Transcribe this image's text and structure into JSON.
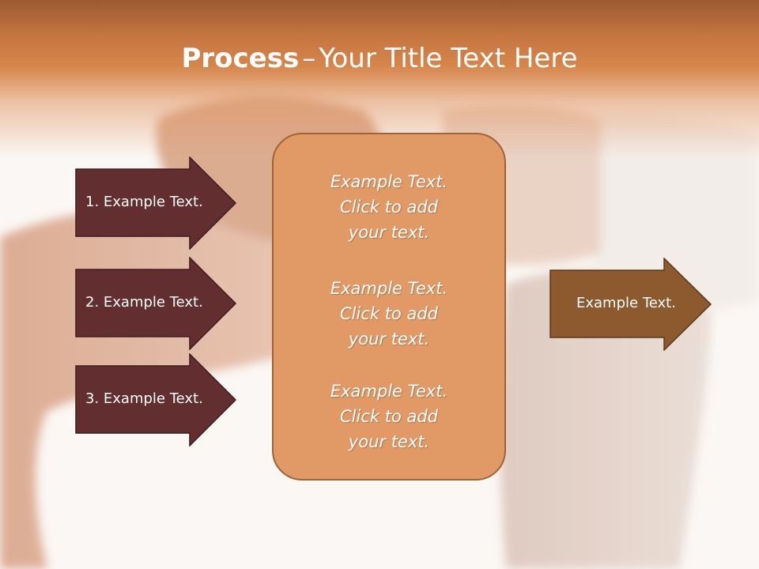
{
  "slide": {
    "title_bold": "Process",
    "title_dash": "–",
    "title_rest": "Your Title Text Here"
  },
  "left_arrows": [
    {
      "label": "1. Example Text."
    },
    {
      "label": "2. Example Text."
    },
    {
      "label": "3. Example Text."
    }
  ],
  "center_box": {
    "paragraphs": [
      {
        "line1": "Example Text.",
        "line2": "Click  to add",
        "line3": "your text."
      },
      {
        "line1": "Example Text.",
        "line2": "Click  to add",
        "line3": "your text."
      },
      {
        "line1": "Example Text.",
        "line2": "Click  to add",
        "line3": "your text."
      }
    ]
  },
  "right_arrow": {
    "label": "Example Text."
  },
  "colors": {
    "header": "#d7864a",
    "left_arrow_fill": "#632e30",
    "center_box_fill": "#e19a66",
    "center_box_border": "#a06434",
    "right_arrow_fill": "#8c5a2e",
    "text": "#ffffff"
  }
}
